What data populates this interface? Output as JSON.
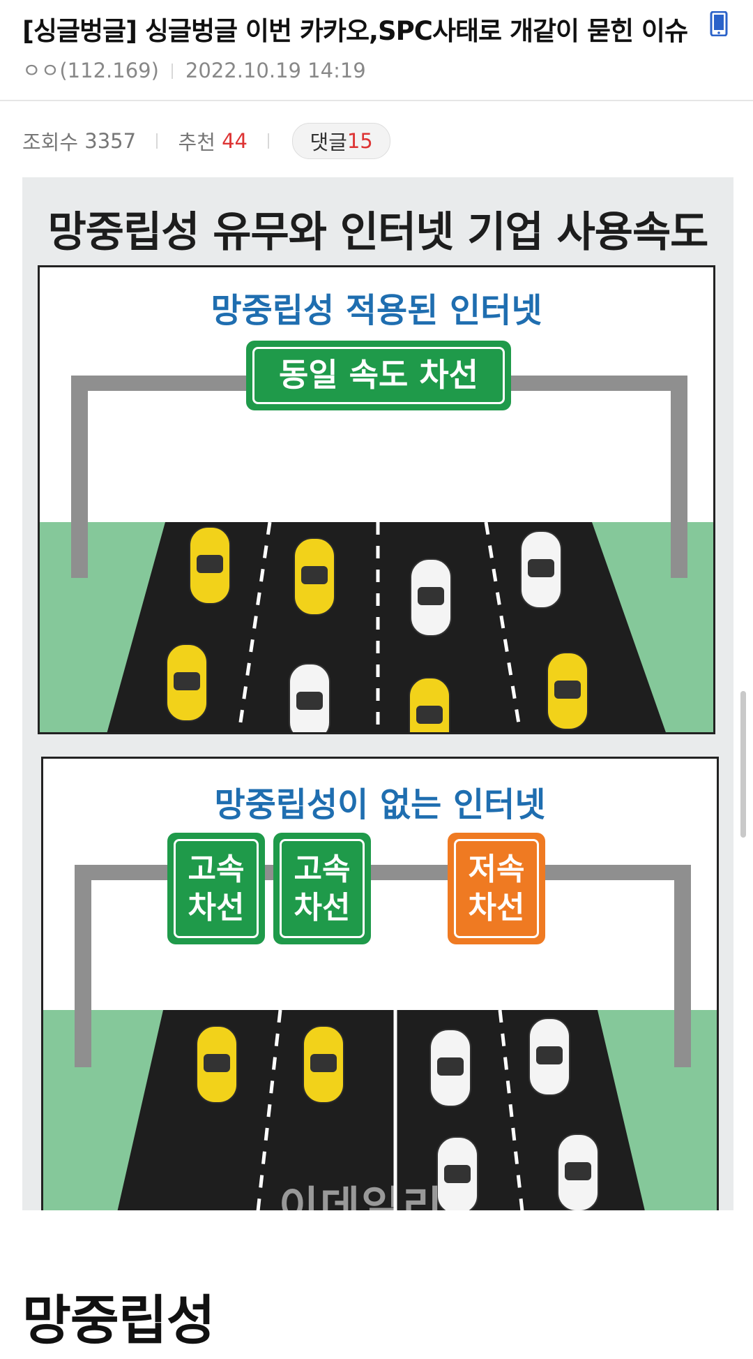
{
  "post": {
    "title": "[싱글벙글] 싱글벙글 이번 카카오,SPC사태로 개같이 묻힌 이슈",
    "author": "ㅇㅇ(112.169)",
    "date": "2022.10.19 14:19",
    "views_label": "조회수",
    "views": "3357",
    "recommend_label": "추천",
    "recommend": "44",
    "comments_label": "댓글",
    "comments": "15",
    "device_icon": "mobile-phone-icon"
  },
  "figure": {
    "title": "망중립성 유무와 인터넷 기업 사용속도",
    "panel1": {
      "title": "망중립성 적용된 인터넷",
      "sign": "동일 속도 차선"
    },
    "panel2": {
      "title": "망중립성이 없는 인터넷",
      "sign_a": "고속\n차선",
      "sign_b": "고속\n차선",
      "sign_c": "저속\n차선"
    },
    "watermark": "이데일리",
    "colors": {
      "grass": "#85c89a",
      "road": "#1e1e1e",
      "gantry": "#8f8f8f",
      "sign_green": "#1f9a4a",
      "sign_orange": "#ef7a22",
      "title_blue": "#1f6eb0",
      "car_yellow": "#f2d21a",
      "car_white": "#f4f4f4"
    }
  },
  "section": {
    "heading": "망중립성"
  }
}
